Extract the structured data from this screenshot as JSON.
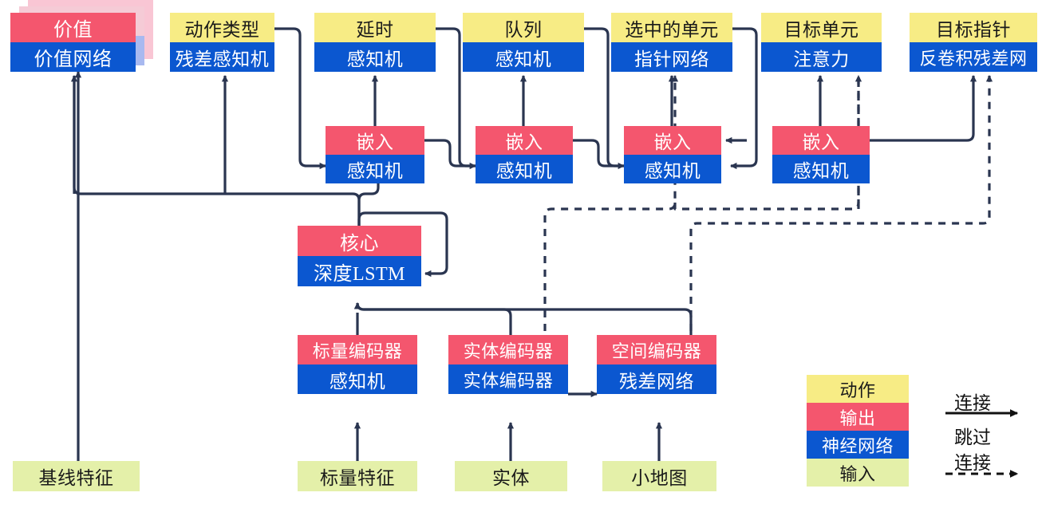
{
  "diagram": {
    "title": "AlphaStar-style agent architecture diagram",
    "colors": {
      "output": "#F4566E",
      "action": "#F7EC85",
      "network": "#0B57D0",
      "input": "#E4F0A9",
      "wire": "#2A3550"
    },
    "outputs": [
      {
        "id": "value",
        "action": "价值",
        "network": "价值网络",
        "stacked": true
      },
      {
        "id": "action-type",
        "action": "动作类型",
        "network": "残差感知机",
        "stacked": false
      },
      {
        "id": "delay",
        "action": "延时",
        "network": "感知机",
        "stacked": false
      },
      {
        "id": "queue",
        "action": "队列",
        "network": "感知机",
        "stacked": false
      },
      {
        "id": "selected",
        "action": "选中的单元",
        "network": "指针网络",
        "stacked": false
      },
      {
        "id": "target-unit",
        "action": "目标单元",
        "network": "注意力",
        "stacked": false
      },
      {
        "id": "target-point",
        "action": "目标指针",
        "network": "反卷积残差网",
        "stacked": false
      }
    ],
    "embeddings": [
      {
        "id": "embed-1",
        "output": "嵌入",
        "network": "感知机"
      },
      {
        "id": "embed-2",
        "output": "嵌入",
        "network": "感知机"
      },
      {
        "id": "embed-3",
        "output": "嵌入",
        "network": "感知机"
      },
      {
        "id": "embed-4",
        "output": "嵌入",
        "network": "感知机"
      }
    ],
    "core": {
      "id": "core",
      "output": "核心",
      "network": "深度LSTM"
    },
    "encoders": [
      {
        "id": "scalar-encoder",
        "output": "标量编码器",
        "network": "感知机"
      },
      {
        "id": "entity-encoder",
        "output": "实体编码器",
        "network": "实体编码器"
      },
      {
        "id": "spatial-encoder",
        "output": "空间编码器",
        "network": "残差网络"
      }
    ],
    "inputs": [
      {
        "id": "baseline-features",
        "label": "基线特征"
      },
      {
        "id": "scalar-features",
        "label": "标量特征"
      },
      {
        "id": "entities",
        "label": "实体"
      },
      {
        "id": "minimap",
        "label": "小地图"
      }
    ],
    "legend": {
      "swatches": [
        {
          "id": "legend-action",
          "label": "动作",
          "kind": "action"
        },
        {
          "id": "legend-output",
          "label": "输出",
          "kind": "output"
        },
        {
          "id": "legend-network",
          "label": "神经网络",
          "kind": "network"
        },
        {
          "id": "legend-input",
          "label": "输入",
          "kind": "input"
        }
      ],
      "connection_label": "连接",
      "skip_label_line1": "跳过",
      "skip_label_line2": "连接"
    }
  }
}
